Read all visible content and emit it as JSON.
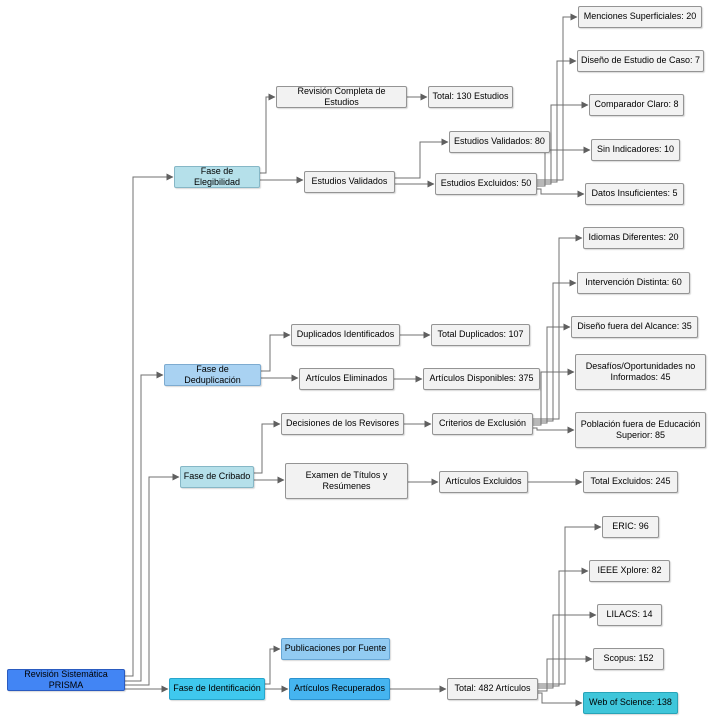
{
  "nodes": {
    "root": "Revisión Sistemática PRISMA",
    "fase_elegibilidad": "Fase de Elegibilidad",
    "revision_completa": "Revisión Completa de Estudios",
    "total_estudios": "Total: 130 Estudios",
    "estudios_validados": "Estudios Validados",
    "estudios_validados_80": "Estudios Validados: 80",
    "estudios_excluidos_50": "Estudios Excluidos: 50",
    "menciones_superficiales": "Menciones Superficiales: 20",
    "diseno_estudio_caso": "Diseño de Estudio de Caso: 7",
    "comparador_claro": "Comparador Claro: 8",
    "sin_indicadores": "Sin Indicadores: 10",
    "datos_insuficientes": "Datos Insuficientes: 5",
    "fase_deduplicacion": "Fase de Deduplicación",
    "duplicados_identificados": "Duplicados Identificados",
    "total_duplicados": "Total Duplicados: 107",
    "articulos_eliminados": "Artículos Eliminados",
    "articulos_disponibles": "Artículos Disponibles: 375",
    "fase_cribado": "Fase de Cribado",
    "decisiones_revisores": "Decisiones de los Revisores",
    "criterios_exclusion": "Criterios de Exclusión",
    "idiomas_diferentes": "Idiomas Diferentes: 20",
    "intervencion_distinta": "Intervención Distinta: 60",
    "diseno_fuera_alcance": "Diseño fuera del Alcance: 35",
    "desafios_oportunidades": "Desafíos/Oportunidades no Informados: 45",
    "poblacion_fuera": "Población fuera de Educación Superior: 85",
    "examen_titulos": "Examen de Títulos y Resúmenes",
    "articulos_excluidos": "Artículos Excluidos",
    "total_excluidos": "Total Excluidos: 245",
    "fase_identificacion": "Fase de Identificación",
    "publicaciones_fuente": "Publicaciones por Fuente",
    "articulos_recuperados": "Artículos Recuperados",
    "total_articulos": "Total: 482 Artículos",
    "eric": "ERIC: 96",
    "ieee_xplore": "IEEE Xplore: 82",
    "lilacs": "LILACS: 14",
    "scopus": "Scopus: 152",
    "web_of_science": "Web of Science: 138"
  },
  "palette": {
    "root_blue": "#4285f4",
    "phase_teal": "#b5e0ea",
    "phase_blue": "#a9d2f2",
    "bright_cyan": "#3fc8ee",
    "light_blue": "#92cbf2",
    "mid_blue": "#45b4f0",
    "teal": "#3fc6da",
    "node_gray": "#f2f2f2",
    "edge_gray": "#707070"
  }
}
